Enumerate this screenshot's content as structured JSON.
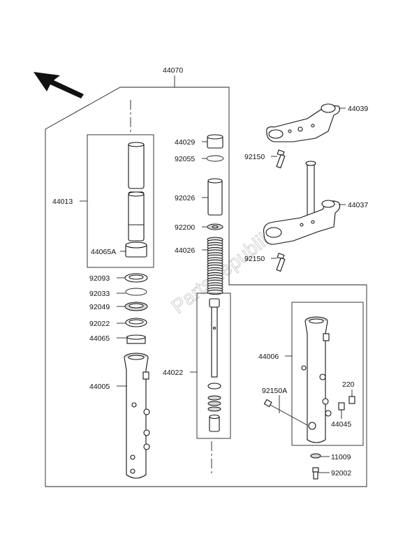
{
  "watermark": "PartsRepublik",
  "labels": {
    "p44070": "44070",
    "p44013": "44013",
    "p44065A": "44065A",
    "p92093": "92093",
    "p92033": "92033",
    "p92049": "92049",
    "p92022": "92022",
    "p44065": "44065",
    "p44005": "44005",
    "p44029": "44029",
    "p92055": "92055",
    "p92026": "92026",
    "p92200": "92200",
    "p44026": "44026",
    "p44022": "44022",
    "p44039": "44039",
    "p92150_top": "92150",
    "p44037": "44037",
    "p92150_mid": "92150",
    "p44006": "44006",
    "p92150A": "92150A",
    "p220": "220",
    "p44045": "44045",
    "p11009": "11009",
    "p92002": "92002"
  },
  "colors": {
    "line": "#222222",
    "shade": "#d6d6d6",
    "watermark": "#cfcfcf"
  },
  "icons": {
    "orientation_arrow": "arrow-up-left-icon"
  }
}
